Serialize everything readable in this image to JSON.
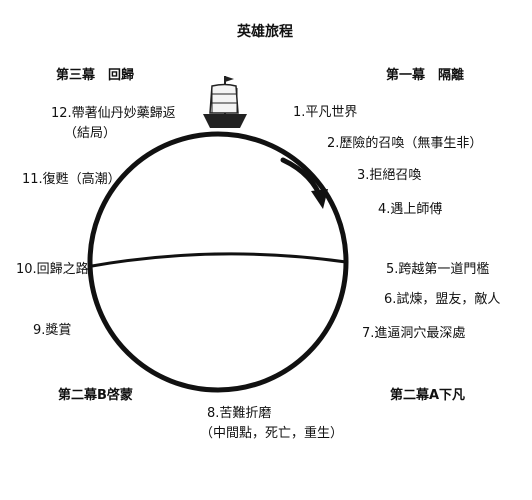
{
  "title": "英雄旅程",
  "acts": {
    "act1": "第一幕　隔離",
    "act2a": "第二幕A下凡",
    "act2b": "第二幕B啓蒙",
    "act3": "第三幕　回歸"
  },
  "stages": [
    {
      "text": "1.平凡世界"
    },
    {
      "text": "2.歷險的召喚（無事生非）"
    },
    {
      "text": "3.拒絕召喚"
    },
    {
      "text": "4.遇上師傅"
    },
    {
      "text": "5.跨越第一道門檻"
    },
    {
      "text": "6.試煉，盟友，敵人"
    },
    {
      "text": "7.進逼洞穴最深處"
    },
    {
      "line1": "8.苦難折磨",
      "line2": "（中間點，死亡，重生）"
    },
    {
      "text": "9.獎賞"
    },
    {
      "text": "10.回歸之路"
    },
    {
      "text": "11.復甦（高潮）"
    },
    {
      "line1": "12.帶著仙丹妙藥歸返",
      "line2": "（結局）"
    }
  ],
  "icons": {
    "ship": "sailing-ship-icon",
    "arrow": "curved-arrow-icon"
  }
}
